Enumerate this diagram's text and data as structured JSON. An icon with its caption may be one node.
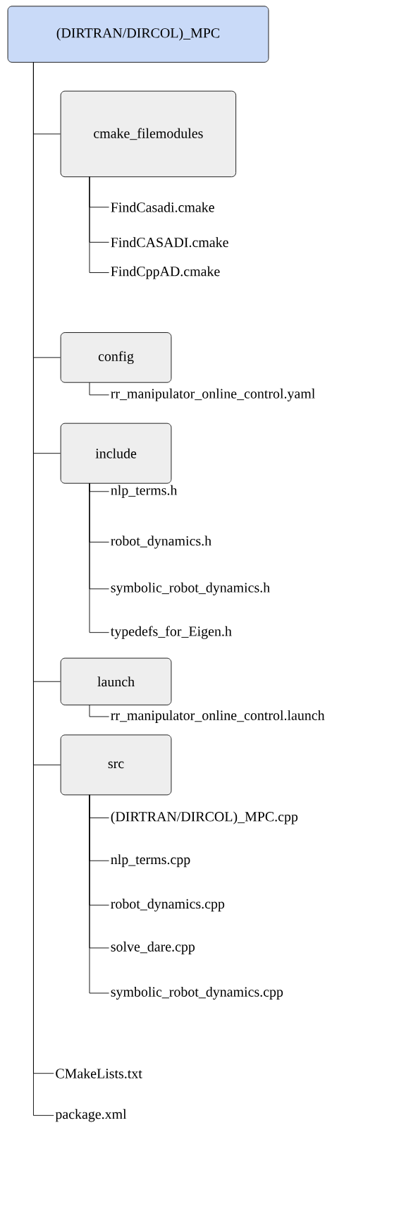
{
  "diagram": {
    "nodes": [
      {
        "text": [
          "(DIRTRAN/DIRCOL)_MPC"
        ]
      },
      {
        "text": [
          "cmake_filemodules"
        ]
      },
      {
        "text": [
          "FindCasadi.cmake"
        ]
      },
      {
        "text": [
          "FindCASADI.cmake"
        ]
      },
      {
        "text": [
          "FindCppAD.cmake"
        ]
      },
      {
        "text": [
          "config"
        ]
      },
      {
        "text": [
          "rr_manipulator_online_control.yaml"
        ]
      },
      {
        "text": [
          "include"
        ]
      },
      {
        "text": [
          "nlp_terms.h"
        ]
      },
      {
        "text": [
          "robot_dynamics.h"
        ]
      },
      {
        "text": [
          "symbolic_robot_dynamics.h"
        ]
      },
      {
        "text": [
          "typedefs_for_Eigen.h"
        ]
      },
      {
        "text": [
          "launch"
        ]
      },
      {
        "text": [
          "rr_manipulator_online_control.launch"
        ]
      },
      {
        "text": [
          "src"
        ]
      },
      {
        "text": [
          "(DIRTRAN/DIRCOL)_MPC.cpp"
        ]
      },
      {
        "text": [
          "nlp_terms.cpp"
        ]
      },
      {
        "text": [
          "robot_dynamics.cpp"
        ]
      },
      {
        "text": [
          "solve_dare.cpp"
        ]
      },
      {
        "text": [
          "symbolic_robot_dynamics.cpp"
        ]
      },
      {
        "text": [
          "CMakeLists.txt"
        ]
      },
      {
        "text": [
          "package.xml"
        ]
      }
    ],
    "edges": [
      {
        "from": 0,
        "to": 1,
        "arrow": "none"
      },
      {
        "from": 1,
        "to": 2,
        "arrow": "none"
      },
      {
        "from": 1,
        "to": 3,
        "arrow": "none"
      },
      {
        "from": 1,
        "to": 4,
        "arrow": "none"
      },
      {
        "from": 0,
        "to": 5,
        "arrow": "none"
      },
      {
        "from": 5,
        "to": 6,
        "arrow": "none"
      },
      {
        "from": 0,
        "to": 7,
        "arrow": "none"
      },
      {
        "from": 7,
        "to": 8,
        "arrow": "none"
      },
      {
        "from": 7,
        "to": 9,
        "arrow": "none"
      },
      {
        "from": 7,
        "to": 10,
        "arrow": "none"
      },
      {
        "from": 7,
        "to": 11,
        "arrow": "none"
      },
      {
        "from": 0,
        "to": 12,
        "arrow": "none"
      },
      {
        "from": 12,
        "to": 13,
        "arrow": "none"
      },
      {
        "from": 0,
        "to": 14,
        "arrow": "none"
      },
      {
        "from": 14,
        "to": 15,
        "arrow": "none"
      },
      {
        "from": 14,
        "to": 16,
        "arrow": "none"
      },
      {
        "from": 14,
        "to": 17,
        "arrow": "none"
      },
      {
        "from": 14,
        "to": 18,
        "arrow": "none"
      },
      {
        "from": 14,
        "to": 19,
        "arrow": "none"
      },
      {
        "from": 0,
        "to": 20,
        "arrow": "none"
      },
      {
        "from": 0,
        "to": 21,
        "arrow": "none"
      }
    ]
  }
}
